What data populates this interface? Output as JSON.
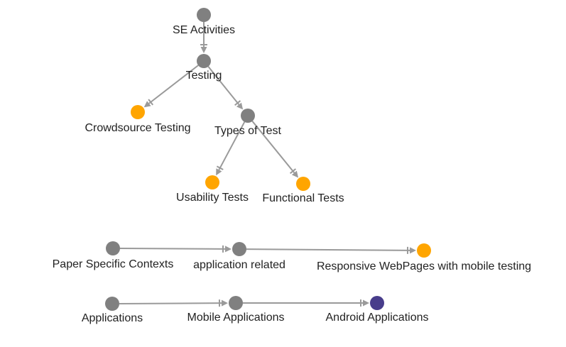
{
  "colors": {
    "node_default": "#808080",
    "node_highlight": "#ffa500",
    "node_special": "#483d8b",
    "edge": "#9a9a9a",
    "label": "#222222"
  },
  "nodes": [
    {
      "id": "se-activities",
      "label": "SE Activities",
      "color": "#808080"
    },
    {
      "id": "testing",
      "label": "Testing",
      "color": "#808080"
    },
    {
      "id": "crowdsource-testing",
      "label": "Crowdsource Testing",
      "color": "#ffa500"
    },
    {
      "id": "types-of-test",
      "label": "Types of Test",
      "color": "#808080"
    },
    {
      "id": "usability-tests",
      "label": "Usability Tests",
      "color": "#ffa500"
    },
    {
      "id": "functional-tests",
      "label": "Functional Tests",
      "color": "#ffa500"
    },
    {
      "id": "paper-specific-contexts",
      "label": "Paper Specific Contexts",
      "color": "#808080"
    },
    {
      "id": "application-related",
      "label": "application related",
      "color": "#808080"
    },
    {
      "id": "responsive-webpages",
      "label": "Responsive WebPages with mobile testing",
      "color": "#ffa500"
    },
    {
      "id": "applications",
      "label": "Applications",
      "color": "#808080"
    },
    {
      "id": "mobile-applications",
      "label": "Mobile Applications",
      "color": "#808080"
    },
    {
      "id": "android-applications",
      "label": "Android Applications",
      "color": "#483d8b"
    }
  ],
  "edges": [
    {
      "from": "se-activities",
      "to": "testing"
    },
    {
      "from": "testing",
      "to": "crowdsource-testing"
    },
    {
      "from": "testing",
      "to": "types-of-test"
    },
    {
      "from": "types-of-test",
      "to": "usability-tests"
    },
    {
      "from": "types-of-test",
      "to": "functional-tests"
    },
    {
      "from": "paper-specific-contexts",
      "to": "application-related"
    },
    {
      "from": "application-related",
      "to": "responsive-webpages"
    },
    {
      "from": "applications",
      "to": "mobile-applications"
    },
    {
      "from": "mobile-applications",
      "to": "android-applications"
    }
  ]
}
